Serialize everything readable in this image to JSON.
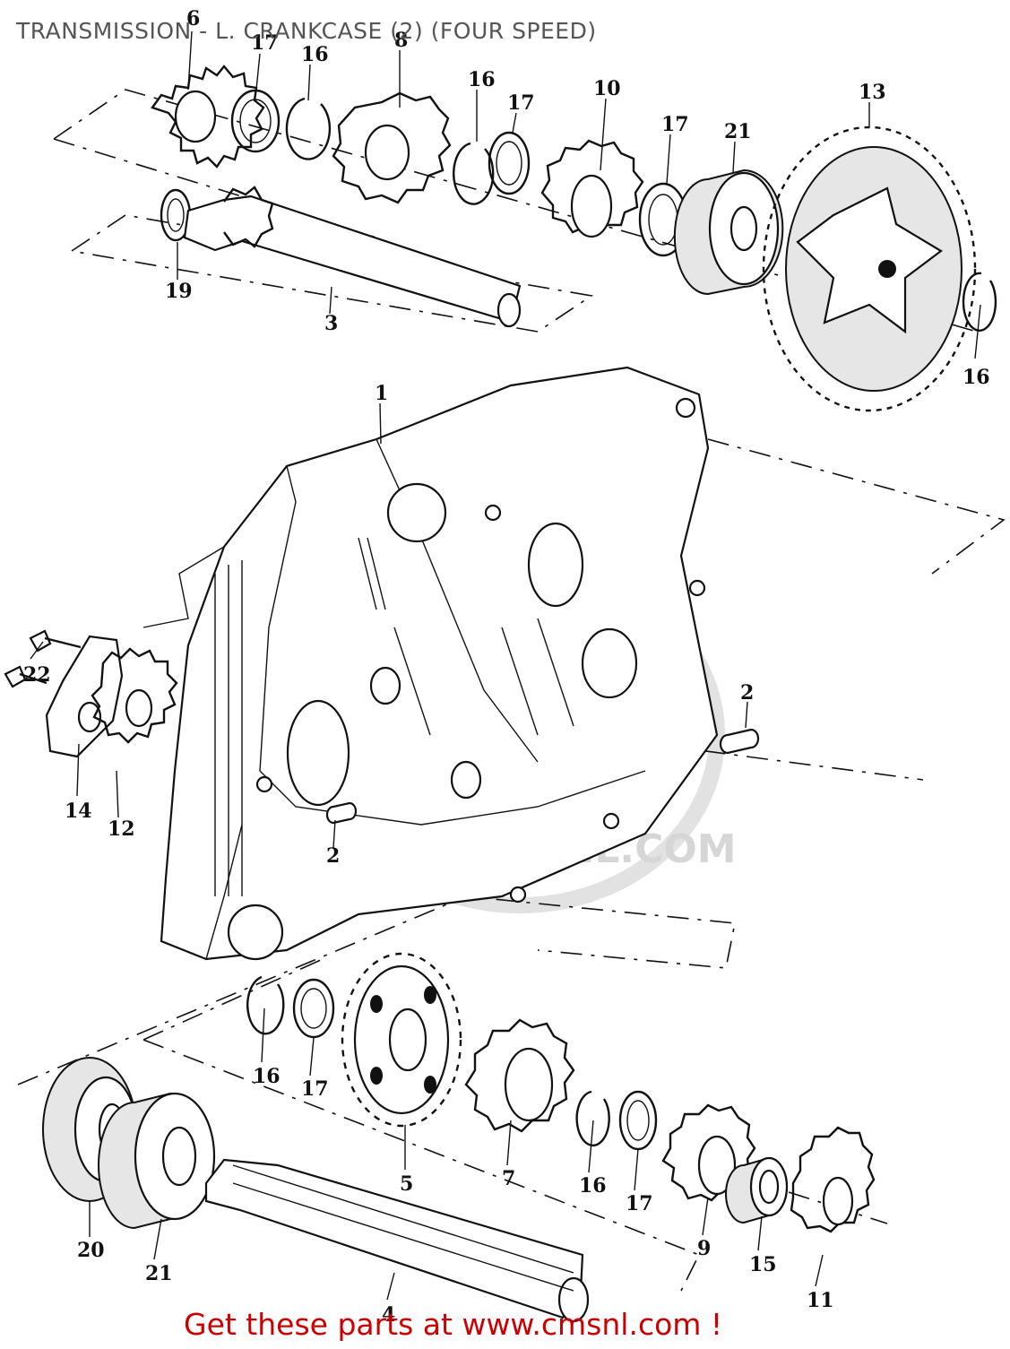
{
  "title": "TRANSMISSION - L. CRANKCASE (2) (FOUR SPEED)",
  "footer": "Get these parts at www.cmsnl.com !",
  "watermark": "WWW.CMSNL.COM",
  "labels": {
    "p1": "1",
    "p2a": "2",
    "p2b": "2",
    "p3": "3",
    "p4": "4",
    "p5": "5",
    "p6": "6",
    "p7": "7",
    "p8": "8",
    "p9": "9",
    "p10": "10",
    "p11": "11",
    "p12": "12",
    "p13": "13",
    "p14": "14",
    "p15": "15",
    "p16a": "16",
    "p16b": "16",
    "p16c": "16",
    "p16d": "16",
    "p16e": "16",
    "p17a": "17",
    "p17b": "17",
    "p17c": "17",
    "p17d": "17",
    "p17e": "17",
    "p19": "19",
    "p20": "20",
    "p21a": "21",
    "p21b": "21",
    "p22": "22"
  },
  "colors": {
    "ink": "#111111",
    "title": "#555555",
    "footer": "#cc0000",
    "watermark": "#d6d6d6"
  }
}
